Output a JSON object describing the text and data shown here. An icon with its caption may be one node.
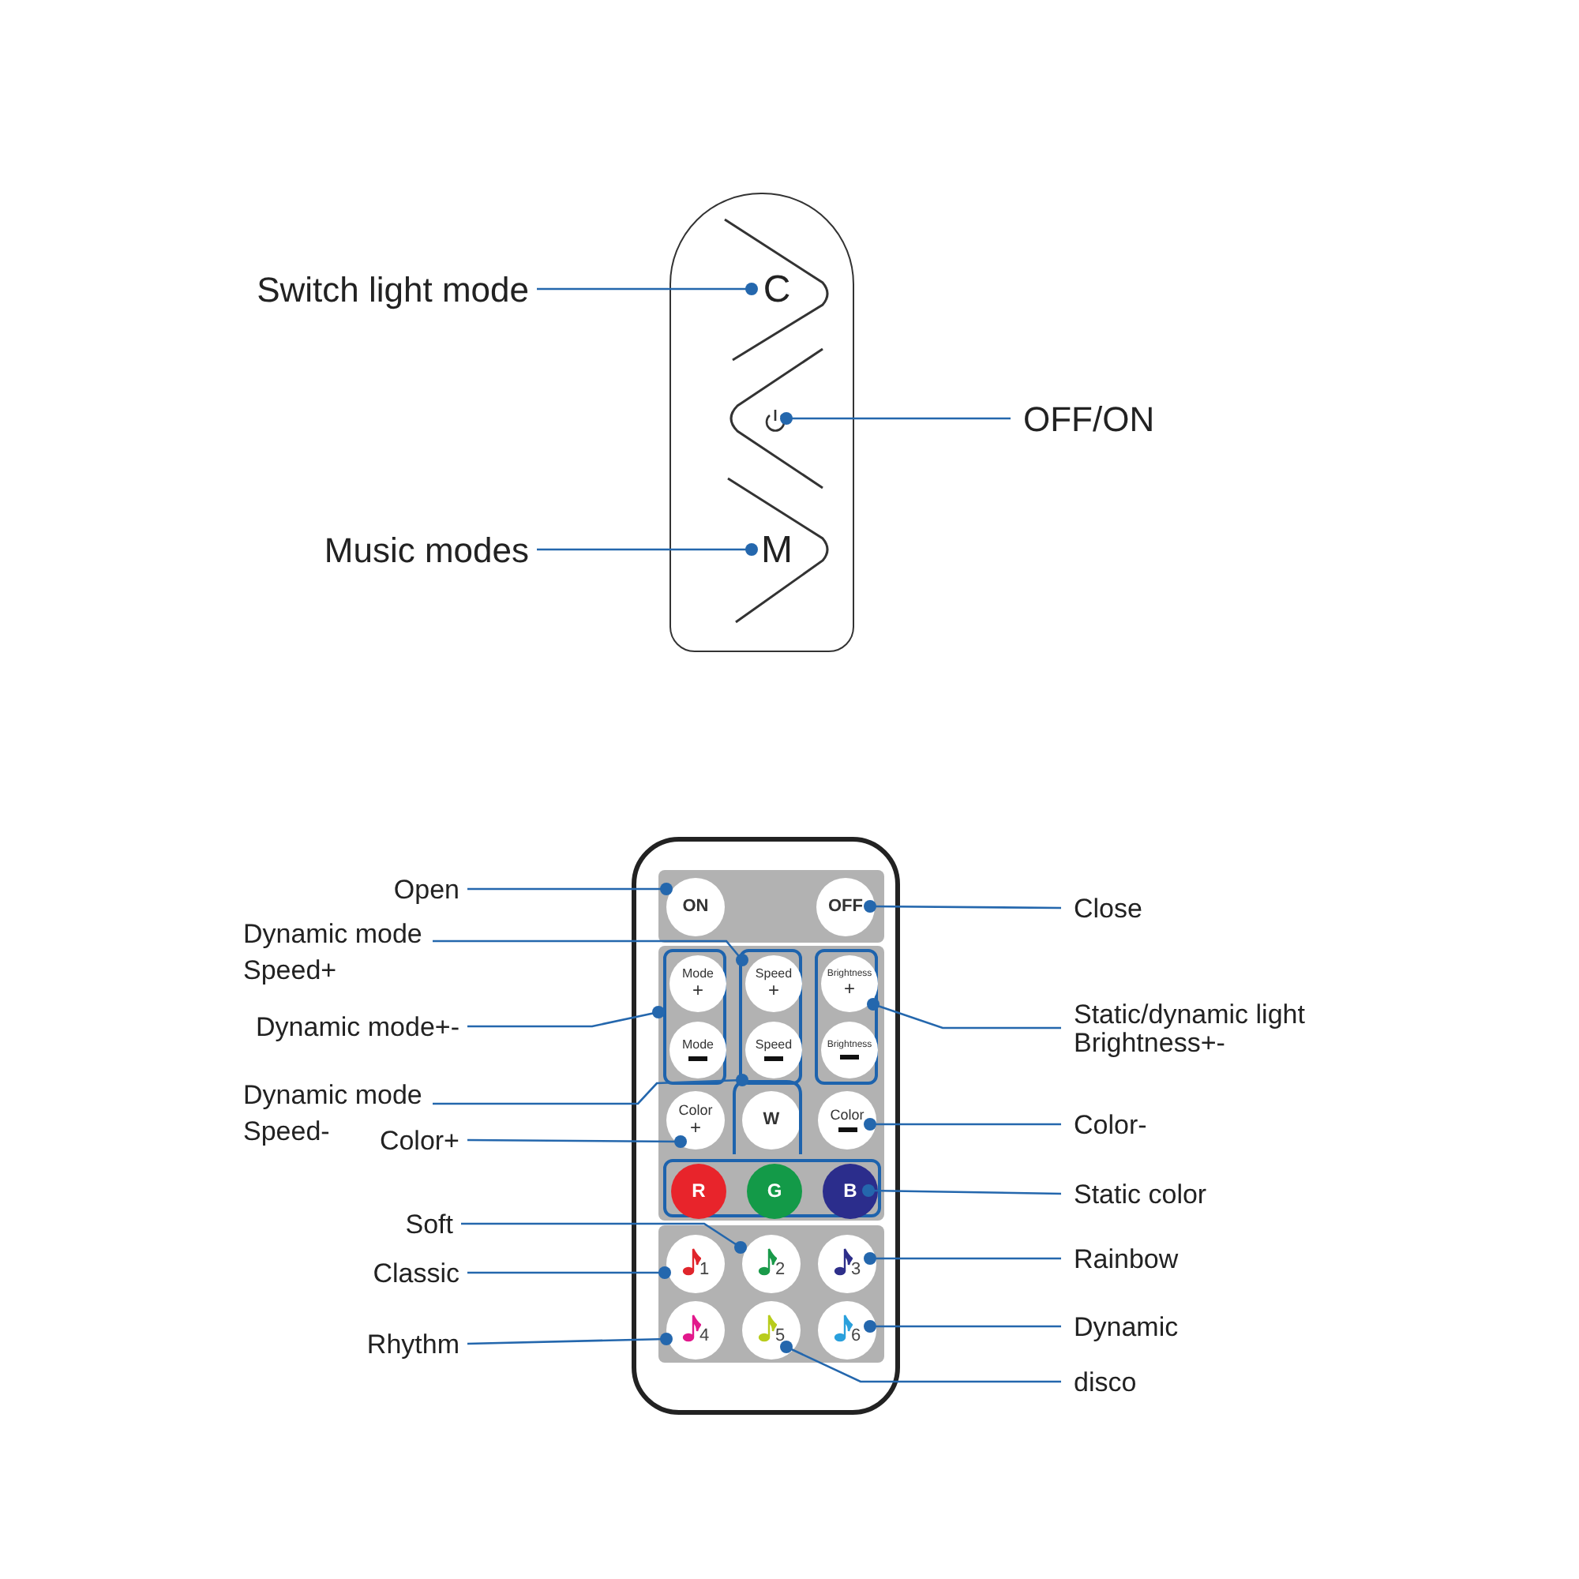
{
  "diagram": {
    "nodes": [
      {
        "text": [],
        "shape": "box"
      },
      {
        "text": [
          "C"
        ],
        "in": 0
      },
      {
        "text": [],
        "shape": "picture",
        "in": 0
      },
      {
        "text": [
          "M"
        ],
        "in": 0
      },
      {
        "text": [
          "Switch light mode"
        ]
      },
      {
        "text": [
          "OFF/ON"
        ]
      },
      {
        "text": [
          "Music modes"
        ]
      },
      {
        "text": [],
        "shape": "box"
      },
      {
        "text": [],
        "shape": "box",
        "in": 7
      },
      {
        "text": [
          "ON"
        ],
        "in": 8
      },
      {
        "text": [
          "OFF"
        ],
        "in": 8
      },
      {
        "text": [],
        "shape": "box",
        "in": 7
      },
      {
        "text": [],
        "shape": "box",
        "in": 11
      },
      {
        "text": [
          "Mode",
          "+"
        ],
        "in": 12
      },
      {
        "text": [
          "Mode"
        ],
        "in": 12
      },
      {
        "text": [],
        "shape": "box",
        "in": 11
      },
      {
        "text": [
          "Speed",
          "+"
        ],
        "in": 15
      },
      {
        "text": [
          "Speed"
        ],
        "in": 15
      },
      {
        "text": [],
        "shape": "box",
        "in": 11
      },
      {
        "text": [
          "Brightness",
          "+"
        ],
        "in": 18
      },
      {
        "text": [
          "Brightness"
        ],
        "in": 18
      },
      {
        "text": [
          "Color",
          "+"
        ],
        "in": 11
      },
      {
        "text": [
          "W"
        ],
        "in": 11
      },
      {
        "text": [
          "Color"
        ],
        "in": 11
      },
      {
        "text": [],
        "shape": "box",
        "in": 11
      },
      {
        "text": [
          "R"
        ],
        "in": 24
      },
      {
        "text": [
          "G"
        ],
        "in": 24
      },
      {
        "text": [
          "B"
        ],
        "in": 24
      },
      {
        "text": [],
        "shape": "box",
        "in": 7
      },
      {
        "text": [
          "1"
        ],
        "in": 28
      },
      {
        "text": [
          "2"
        ],
        "in": 28
      },
      {
        "text": [
          "3"
        ],
        "in": 28
      },
      {
        "text": [
          "4"
        ],
        "in": 28
      },
      {
        "text": [
          "5"
        ],
        "in": 28
      },
      {
        "text": [
          "6"
        ],
        "in": 28
      },
      {
        "text": [
          "Open"
        ]
      },
      {
        "text": [
          "Dynamic mode Speed+"
        ]
      },
      {
        "text": [
          "Dynamic mode+-"
        ]
      },
      {
        "text": [
          "Dynamic mode Speed-"
        ]
      },
      {
        "text": [
          "Color+"
        ]
      },
      {
        "text": [
          "Soft"
        ]
      },
      {
        "text": [
          "Classic"
        ]
      },
      {
        "text": [
          "Rhythm"
        ]
      },
      {
        "text": [
          "Close"
        ]
      },
      {
        "text": [
          "Static/dynamic light Brightness+-"
        ]
      },
      {
        "text": [
          "Color-"
        ]
      },
      {
        "text": [
          "Static color"
        ]
      },
      {
        "text": [
          "Rainbow"
        ]
      },
      {
        "text": [
          "Dynamic"
        ]
      },
      {
        "text": [
          "disco"
        ]
      }
    ],
    "edges": [
      {
        "from": 4,
        "to": 1,
        "arrow": "other"
      },
      {
        "from": 5,
        "to": 2,
        "arrow": "other"
      },
      {
        "from": 6,
        "to": 3,
        "arrow": "other"
      },
      {
        "from": 35,
        "to": 9,
        "arrow": "other"
      },
      {
        "from": 36,
        "to": 16,
        "arrow": "other"
      },
      {
        "from": 37,
        "to": 12,
        "arrow": "other"
      },
      {
        "from": 38,
        "to": 15,
        "arrow": "other"
      },
      {
        "from": 39,
        "to": 21,
        "arrow": "other"
      },
      {
        "from": 40,
        "to": 30,
        "arrow": "other"
      },
      {
        "from": 41,
        "to": 29,
        "arrow": "other"
      },
      {
        "from": 42,
        "to": 32,
        "arrow": "other"
      },
      {
        "from": 43,
        "to": 10,
        "arrow": "other"
      },
      {
        "from": 44,
        "to": 18,
        "arrow": "other"
      },
      {
        "from": 45,
        "to": 23,
        "arrow": "other"
      },
      {
        "from": 46,
        "to": 27,
        "arrow": "other"
      },
      {
        "from": 47,
        "to": 31,
        "arrow": "other"
      },
      {
        "from": 48,
        "to": 34,
        "arrow": "other"
      },
      {
        "from": 49,
        "to": 33,
        "arrow": "other"
      }
    ]
  }
}
